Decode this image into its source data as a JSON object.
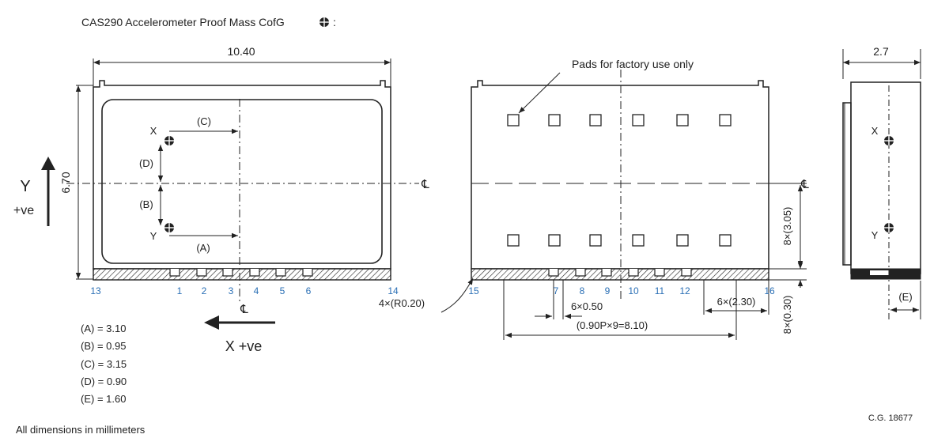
{
  "title": "CAS290 Accelerometer Proof Mass CofG",
  "title_suffix": ":",
  "footer_units": "All dimensions in millimeters",
  "drawing_ref": "C.G. 18677",
  "centerline_symbol": "℄",
  "side_view": {
    "width_dim": "10.40",
    "height_dim": "6.70",
    "label_C": "(C)",
    "label_D": "(D)",
    "label_B": "(B)",
    "label_A": "(A)",
    "point_x": "X",
    "point_y": "Y",
    "pins": [
      "13",
      "1",
      "2",
      "3",
      "4",
      "5",
      "6",
      "14"
    ]
  },
  "axes": {
    "y_letter": "Y",
    "y_sign": "+ve",
    "x_label": "X +ve"
  },
  "dimension_values": [
    "(A) = 3.10",
    "(B) = 0.95",
    "(C) = 3.15",
    "(D) = 0.90",
    "(E) = 1.60"
  ],
  "bottom_view": {
    "pads_note": "Pads for factory use only",
    "pins": [
      "15",
      "7",
      "8",
      "9",
      "10",
      "11",
      "12",
      "16"
    ],
    "radius_dim": "4×(R0.20)",
    "pin_width_dim": "6×0.50",
    "pitch_dim": "(0.90P×9=8.10)",
    "end_pad_dim": "6×(2.30)",
    "pad_height_dim": "8×(3.05)",
    "pad_edge_dim": "8×(0.30)"
  },
  "end_view": {
    "depth_dim": "2.7",
    "label_E": "(E)",
    "point_x": "X",
    "point_y": "Y"
  }
}
